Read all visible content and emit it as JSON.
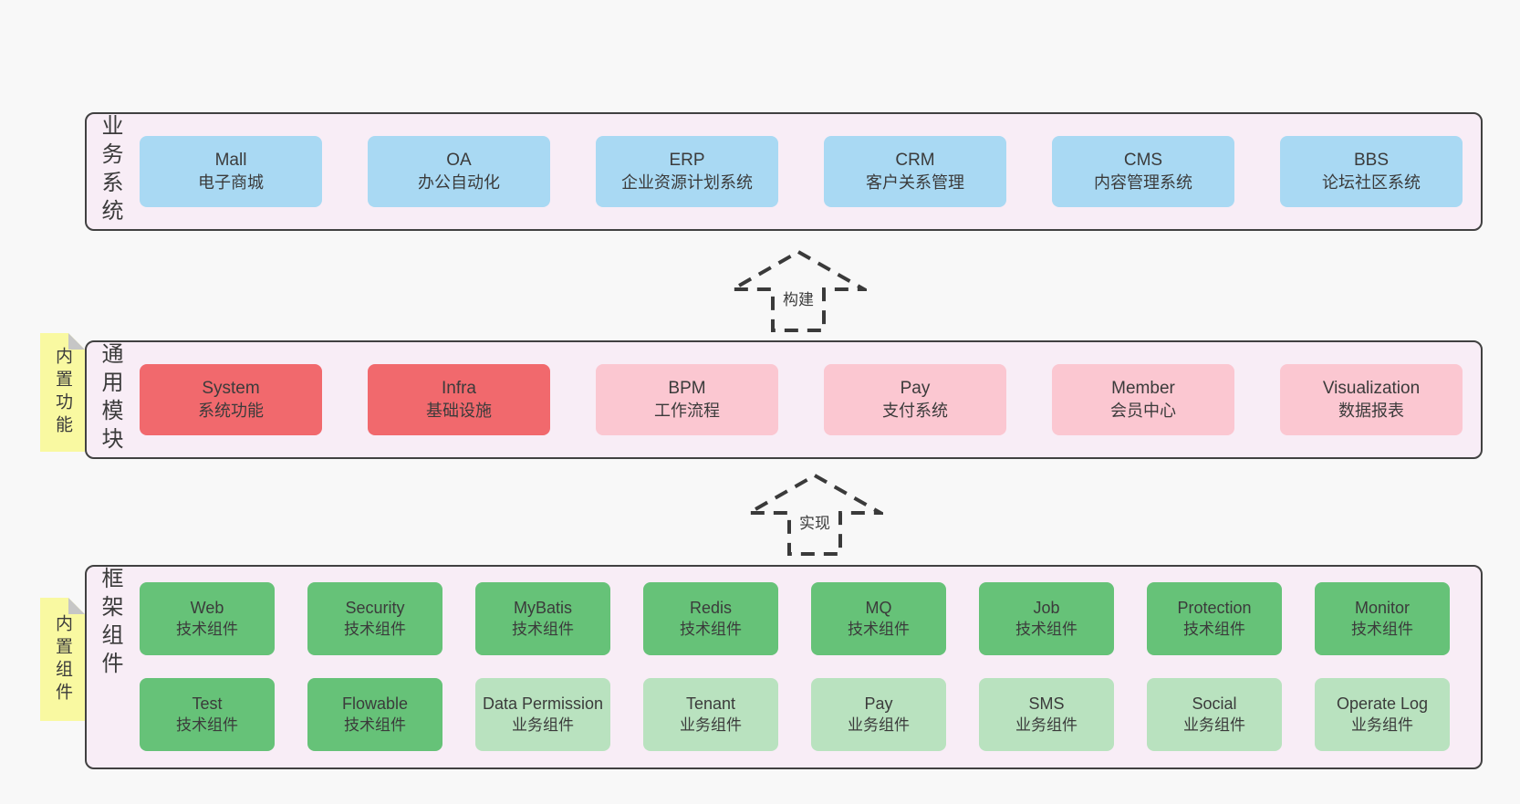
{
  "diagram": {
    "colors": {
      "page_bg": "#f8f8f8",
      "layer_bg": "#f8edf6",
      "layer_border": "#414141",
      "blue": "#a9d9f3",
      "red": "#f1696d",
      "pink": "#fbc7d1",
      "green": "#66c278",
      "lgreen": "#b9e2bf",
      "tag_bg": "#f9f9a1",
      "tag_fold": "#c6c6c6",
      "text": "#3b3b3b"
    },
    "arrows": [
      {
        "label": "构建"
      },
      {
        "label": "实现"
      }
    ],
    "layers": [
      {
        "label": "业务系统",
        "boxes": [
          {
            "title": "Mall",
            "subtitle": "电子商城",
            "variant": "blue"
          },
          {
            "title": "OA",
            "subtitle": "办公自动化",
            "variant": "blue"
          },
          {
            "title": "ERP",
            "subtitle": "企业资源计划系统",
            "variant": "blue"
          },
          {
            "title": "CRM",
            "subtitle": "客户关系管理",
            "variant": "blue"
          },
          {
            "title": "CMS",
            "subtitle": "内容管理系统",
            "variant": "blue"
          },
          {
            "title": "BBS",
            "subtitle": "论坛社区系统",
            "variant": "blue"
          }
        ]
      },
      {
        "label": "通用模块",
        "tag": "内置功能",
        "boxes": [
          {
            "title": "System",
            "subtitle": "系统功能",
            "variant": "red"
          },
          {
            "title": "Infra",
            "subtitle": "基础设施",
            "variant": "red"
          },
          {
            "title": "BPM",
            "subtitle": "工作流程",
            "variant": "pink"
          },
          {
            "title": "Pay",
            "subtitle": "支付系统",
            "variant": "pink"
          },
          {
            "title": "Member",
            "subtitle": "会员中心",
            "variant": "pink"
          },
          {
            "title": "Visualization",
            "subtitle": "数据报表",
            "variant": "pink"
          }
        ]
      },
      {
        "label": "框架组件",
        "tag": "内置组件",
        "rows": [
          [
            {
              "title": "Web",
              "subtitle": "技术组件",
              "variant": "green"
            },
            {
              "title": "Security",
              "subtitle": "技术组件",
              "variant": "green"
            },
            {
              "title": "MyBatis",
              "subtitle": "技术组件",
              "variant": "green"
            },
            {
              "title": "Redis",
              "subtitle": "技术组件",
              "variant": "green"
            },
            {
              "title": "MQ",
              "subtitle": "技术组件",
              "variant": "green"
            },
            {
              "title": "Job",
              "subtitle": "技术组件",
              "variant": "green"
            },
            {
              "title": "Protection",
              "subtitle": "技术组件",
              "variant": "green"
            },
            {
              "title": "Monitor",
              "subtitle": "技术组件",
              "variant": "green"
            }
          ],
          [
            {
              "title": "Test",
              "subtitle": "技术组件",
              "variant": "green"
            },
            {
              "title": "Flowable",
              "subtitle": "技术组件",
              "variant": "green"
            },
            {
              "title": "Data Permission",
              "subtitle": "业务组件",
              "variant": "lgreen"
            },
            {
              "title": "Tenant",
              "subtitle": "业务组件",
              "variant": "lgreen"
            },
            {
              "title": "Pay",
              "subtitle": "业务组件",
              "variant": "lgreen"
            },
            {
              "title": "SMS",
              "subtitle": "业务组件",
              "variant": "lgreen"
            },
            {
              "title": "Social",
              "subtitle": "业务组件",
              "variant": "lgreen"
            },
            {
              "title": "Operate Log",
              "subtitle": "业务组件",
              "variant": "lgreen"
            }
          ]
        ]
      }
    ]
  }
}
